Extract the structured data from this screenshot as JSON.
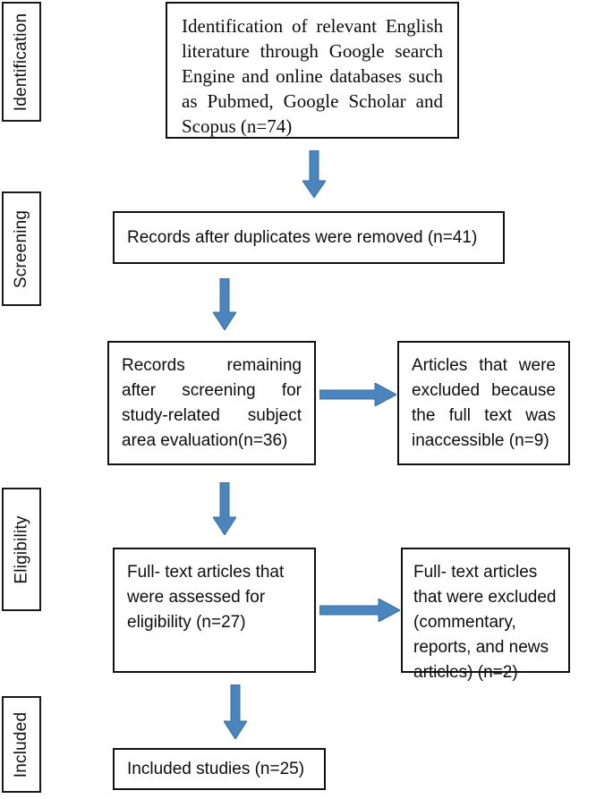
{
  "diagram": {
    "title": "PRISMA study selection flow diagram",
    "type": "flowchart",
    "accent_color": "#4a86bd",
    "border_color": "#111111",
    "background_color": "#ffffff"
  },
  "stages": [
    {
      "id": "identification",
      "label": "Identification"
    },
    {
      "id": "screening",
      "label": "Screening"
    },
    {
      "id": "eligibility",
      "label": "Eligibility"
    },
    {
      "id": "included",
      "label": "Included"
    }
  ],
  "nodes": {
    "identification_source": {
      "text": "Identification of relevant English literature through Google search Engine and online databases such as Pubmed, Google Scholar and Scopus (n=74)",
      "count": 74
    },
    "after_duplicates": {
      "text": "Records after duplicates were removed (n=41)",
      "count": 41
    },
    "records_remaining": {
      "text": "Records remaining after screening for study-related subject area evaluation(n=36)",
      "count": 36
    },
    "excluded_full_text": {
      "text": "Articles that were excluded because the full text was inaccessible (n=9)",
      "count": 9
    },
    "full_text_assessed": {
      "text": "Full- text articles that were assessed for eligibility (n=27)",
      "count": 27
    },
    "full_text_excluded": {
      "text": "Full- text articles that were excluded (commentary, reports, and news articles) (n=2)",
      "count": 2
    },
    "included_studies": {
      "text": "Included studies (n=25)",
      "count": 25
    }
  },
  "arrows": [
    {
      "id": "arrow-identification-to-duplicates",
      "direction": "down"
    },
    {
      "id": "arrow-duplicates-to-records",
      "direction": "down"
    },
    {
      "id": "arrow-records-to-excluded",
      "direction": "right"
    },
    {
      "id": "arrow-records-to-fulltext",
      "direction": "down"
    },
    {
      "id": "arrow-fulltext-to-excluded",
      "direction": "right"
    },
    {
      "id": "arrow-fulltext-to-included",
      "direction": "down"
    }
  ]
}
